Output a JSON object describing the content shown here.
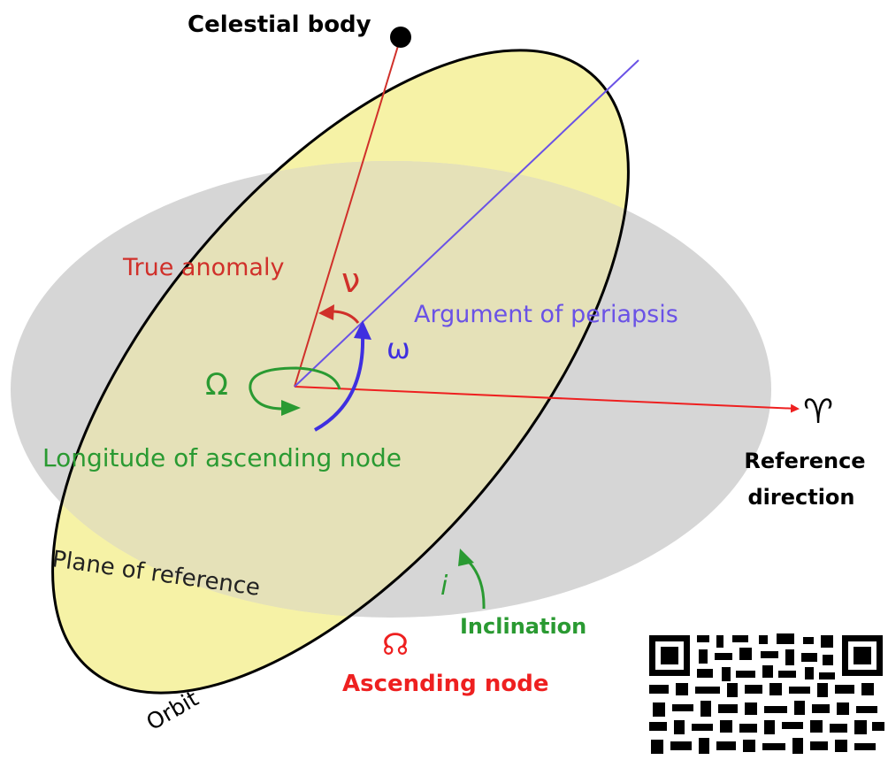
{
  "labels": {
    "celestial_body": "Celestial body",
    "true_anomaly": "True anomaly",
    "nu_symbol": "ν",
    "argument_of_periapsis": "Argument of periapsis",
    "omega_symbol": "ω",
    "capital_omega_symbol": "Ω",
    "longitude_of_ascending_node": "Longitude of ascending node",
    "aries_symbol": "♈",
    "reference_direction_line1": "Reference",
    "reference_direction_line2": "direction",
    "plane_of_reference": "Plane of reference",
    "inclination_symbol": "i",
    "inclination": "Inclination",
    "ascending_node_symbol": "☊",
    "ascending_node": "Ascending node",
    "orbit": "Orbit"
  },
  "colors": {
    "orbit_fill": "#f6f2a6",
    "plane_fill": "#d6d6d6",
    "anomaly_red": "#d0302a",
    "periapsis_blue": "#6a52e6",
    "omega_purple": "#3f2fe0",
    "node_green": "#2a9a32",
    "reference_red": "#ee2020",
    "black": "#000000"
  },
  "qr_code": true
}
